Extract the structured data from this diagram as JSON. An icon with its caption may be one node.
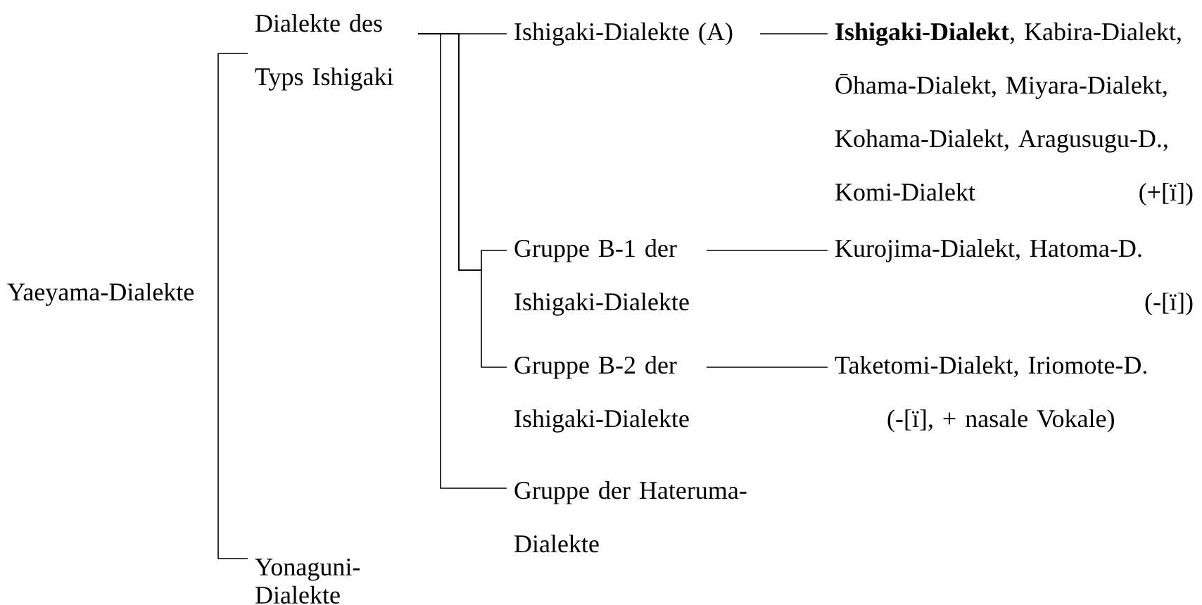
{
  "diagram": {
    "nodes": [
      {
        "text": [
          "Yaeyama-Dialekte"
        ]
      },
      {
        "text": [
          "Dialekte des Typs Ishigaki"
        ]
      },
      {
        "text": [
          "Yonaguni-Dialekte"
        ]
      },
      {
        "text": [
          "Ishigaki-Dialekte (A)"
        ]
      },
      {
        "text": [
          "Gruppe B-1 der Ishigaki-Dialekte"
        ]
      },
      {
        "text": [
          "Gruppe B-2 der Ishigaki-Dialekte"
        ]
      },
      {
        "text": [
          "Gruppe der Hateruma-Dialekte"
        ]
      },
      {
        "text": [
          "**Ishigaki-Dialekt**, Kabira-Dialekt, Ōhama-Dialekt, Miyara-Dialekt, Kohama-Dialekt, Aragusugu-D., Komi-Dialekt",
          "(+[ï])"
        ]
      },
      {
        "text": [
          "Kurojima-Dialekt, Hatoma-D.",
          "(-[ï])"
        ]
      },
      {
        "text": [
          "Taketomi-Dialekt, Iriomote-D.",
          "(-[ï], + nasale Vokale)"
        ]
      }
    ],
    "edges": [
      {
        "from": 0,
        "to": 1,
        "arrow": "none"
      },
      {
        "from": 0,
        "to": 2,
        "arrow": "none"
      },
      {
        "from": 1,
        "to": 3,
        "arrow": "none"
      },
      {
        "from": 1,
        "to": 4,
        "arrow": "none"
      },
      {
        "from": 1,
        "to": 5,
        "arrow": "none"
      },
      {
        "from": 1,
        "to": 6,
        "arrow": "none"
      },
      {
        "from": 3,
        "to": 7,
        "arrow": "none"
      },
      {
        "from": 4,
        "to": 8,
        "arrow": "none"
      },
      {
        "from": 5,
        "to": 9,
        "arrow": "none"
      }
    ]
  }
}
